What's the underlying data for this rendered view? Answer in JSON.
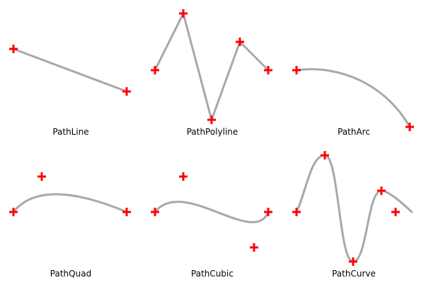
{
  "colors": {
    "path": "#a8a8a8",
    "control_point": "#ff0000",
    "background": "#ffffff",
    "caption": "#000000"
  },
  "panels": [
    {
      "id": "path-line",
      "label": "PathLine"
    },
    {
      "id": "path-polyline",
      "label": "PathPolyline"
    },
    {
      "id": "path-arc",
      "label": "PathArc"
    },
    {
      "id": "path-quad",
      "label": "PathQuad"
    },
    {
      "id": "path-cubic",
      "label": "PathCubic"
    },
    {
      "id": "path-curve",
      "label": "PathCurve"
    }
  ]
}
